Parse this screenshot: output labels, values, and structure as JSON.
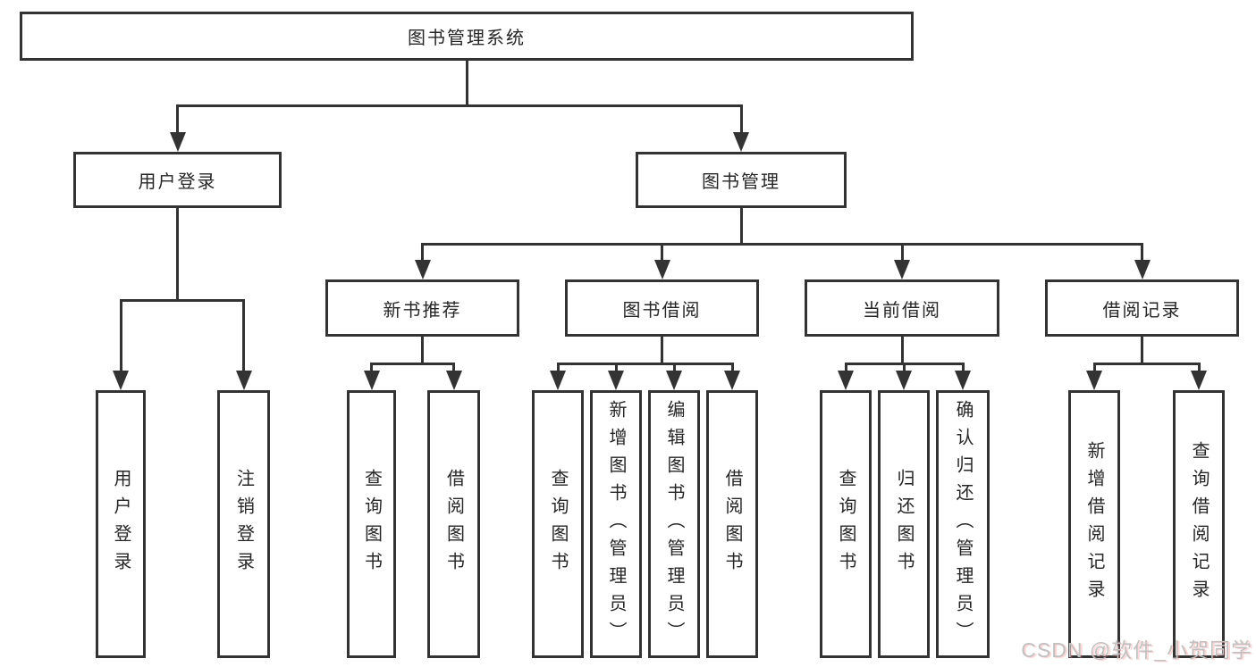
{
  "colors": {
    "line": "#333333",
    "text": "#262626",
    "background": "#ffffff",
    "watermark": "#c0c0c0"
  },
  "watermark": {
    "text": "CSDN @软件_小贺同学"
  },
  "tree": {
    "id": "root",
    "label": "图书管理系统",
    "children": [
      {
        "id": "user-login",
        "label": "用户登录",
        "children": [
          {
            "id": "user-login-action",
            "label": "用户登录"
          },
          {
            "id": "logout",
            "label": "注销登录"
          }
        ]
      },
      {
        "id": "book-mgmt",
        "label": "图书管理",
        "children": [
          {
            "id": "new-book-rec",
            "label": "新书推荐",
            "children": [
              {
                "id": "nbr-query",
                "label": "查询图书"
              },
              {
                "id": "nbr-borrow",
                "label": "借阅图书"
              }
            ]
          },
          {
            "id": "book-borrow",
            "label": "图书借阅",
            "children": [
              {
                "id": "bb-query",
                "label": "查询图书"
              },
              {
                "id": "bb-add",
                "label": "新增图书（管理员）"
              },
              {
                "id": "bb-edit",
                "label": "编辑图书（管理员）"
              },
              {
                "id": "bb-borrow",
                "label": "借阅图书"
              }
            ]
          },
          {
            "id": "current-borrow",
            "label": "当前借阅",
            "children": [
              {
                "id": "cb-query",
                "label": "查询图书"
              },
              {
                "id": "cb-return",
                "label": "归还图书"
              },
              {
                "id": "cb-confirm",
                "label": "确认归还（管理员）"
              }
            ]
          },
          {
            "id": "borrow-records",
            "label": "借阅记录",
            "children": [
              {
                "id": "br-add",
                "label": "新增借阅记录"
              },
              {
                "id": "br-query",
                "label": "查询借阅记录"
              }
            ]
          }
        ]
      }
    ]
  }
}
